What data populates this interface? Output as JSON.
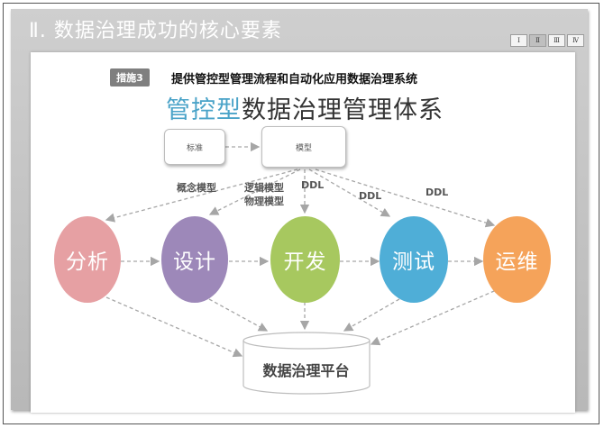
{
  "slide": {
    "title": "Ⅱ. 数据治理成功的核心要素",
    "tabs": [
      "Ⅰ",
      "Ⅱ",
      "Ⅲ",
      "Ⅳ"
    ],
    "active_tab": "Ⅱ"
  },
  "measure": {
    "badge": "措施3",
    "title": "提供管控型管理流程和自动化应用数据治理系统"
  },
  "main_title": {
    "highlight": "管控型",
    "rest": "数据治理管理体系"
  },
  "boxes": {
    "standard": "标准",
    "model": "模型"
  },
  "labels": {
    "concept_model": "概念模型",
    "logic_model": "逻辑模型",
    "physical_model": "物理模型",
    "ddl": "DDL"
  },
  "nodes": [
    {
      "label": "分析",
      "color": "#e6a0a3"
    },
    {
      "label": "设计",
      "color": "#9d88b9"
    },
    {
      "label": "开发",
      "color": "#a7c85f"
    },
    {
      "label": "测试",
      "color": "#4faed7"
    },
    {
      "label": "运维",
      "color": "#f5a35a"
    }
  ],
  "platform": "数据治理平台"
}
